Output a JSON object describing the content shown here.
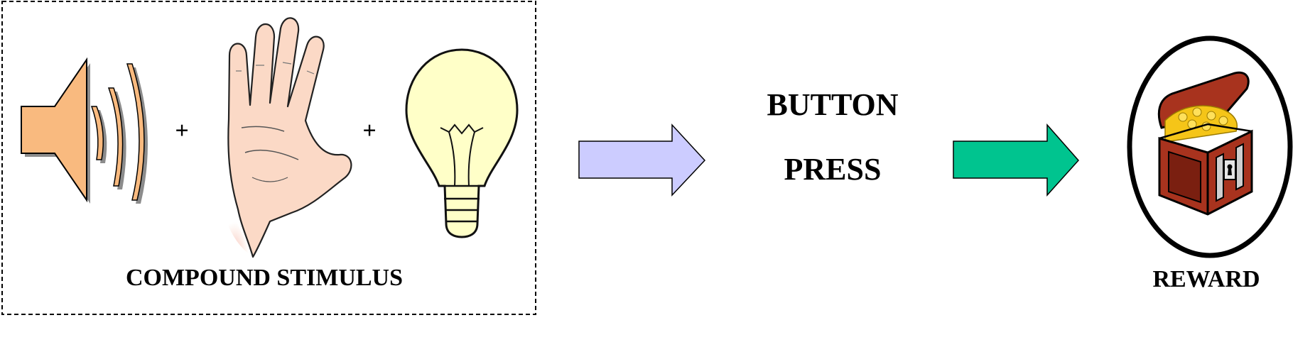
{
  "stimulus": {
    "label": "COMPOUND STIMULUS",
    "plus_1": "+",
    "plus_2": "+",
    "icons": [
      "speaker-icon",
      "hand-icon",
      "light-bulb-icon"
    ]
  },
  "action": {
    "line_1": "BUTTON",
    "line_2": "PRESS"
  },
  "reward": {
    "label": "REWARD",
    "icon": "treasure-chest-icon"
  },
  "colors": {
    "speaker": "#F9BA7F",
    "hand": "#FBD9C6",
    "bulb": "#FFFFC8",
    "arrow_1": "#CCCCFF",
    "arrow_2": "#00C48F",
    "chest": "#A8331E",
    "gold": "#F5C518"
  }
}
